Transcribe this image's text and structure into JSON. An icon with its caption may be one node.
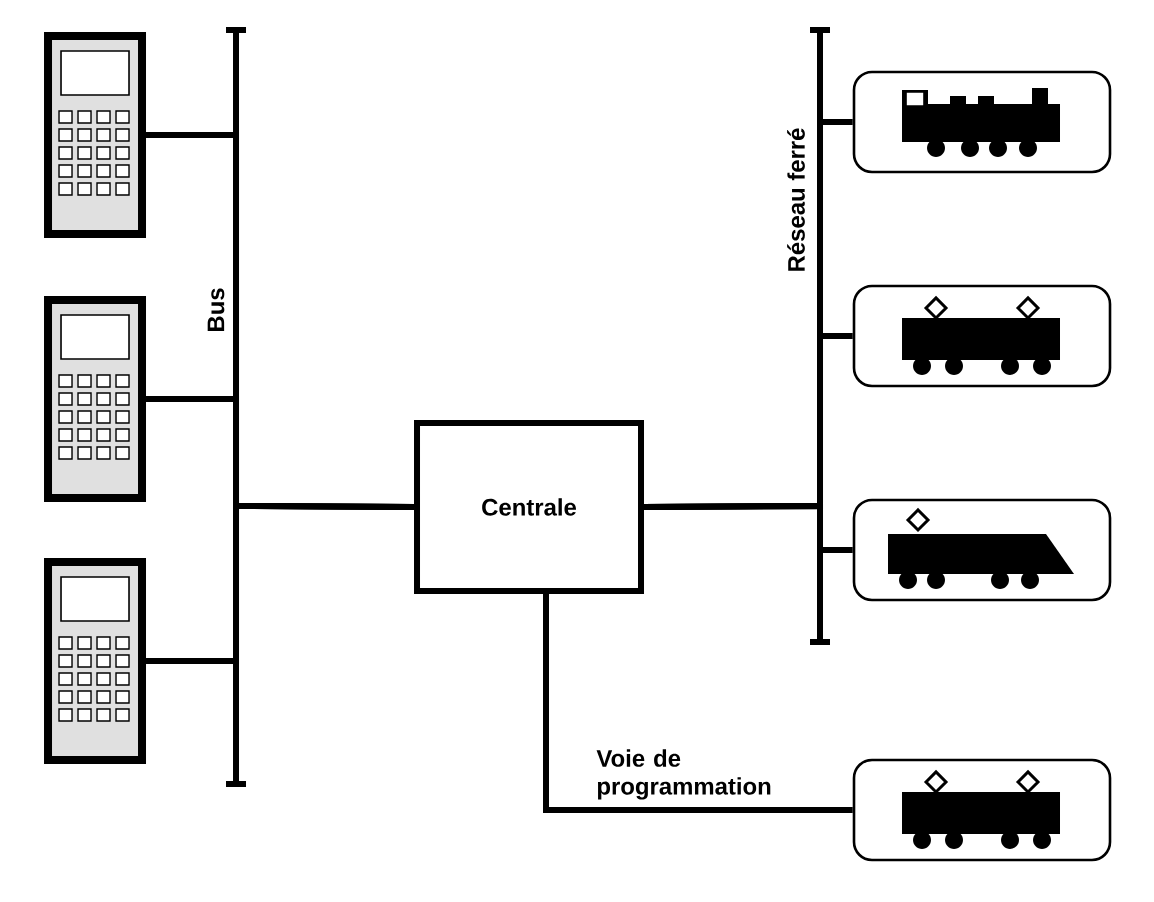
{
  "diagram": {
    "nodes": [
      {
        "text": [],
        "shape": "picture"
      },
      {
        "text": [],
        "shape": "picture"
      },
      {
        "text": [],
        "shape": "picture"
      },
      {
        "text": [
          "Centrale"
        ]
      },
      {
        "text": [],
        "shape": "box"
      },
      {
        "text": [],
        "shape": "box"
      },
      {
        "text": [],
        "shape": "box"
      },
      {
        "text": [],
        "shape": "box"
      }
    ],
    "edges": [
      {
        "from": 0,
        "to": 3,
        "arrow": "none"
      },
      {
        "from": 1,
        "to": 3,
        "arrow": "none"
      },
      {
        "from": 2,
        "to": 3,
        "arrow": "none"
      },
      {
        "from": 3,
        "to": 4,
        "arrow": "none"
      },
      {
        "from": 3,
        "to": 5,
        "arrow": "none"
      },
      {
        "from": 3,
        "to": 6,
        "arrow": "none"
      },
      {
        "from": 3,
        "to": 7,
        "arrow": "none",
        "label": "Voie de programmation"
      }
    ],
    "labels": [
      "Bus",
      "Réseau ferré"
    ]
  }
}
